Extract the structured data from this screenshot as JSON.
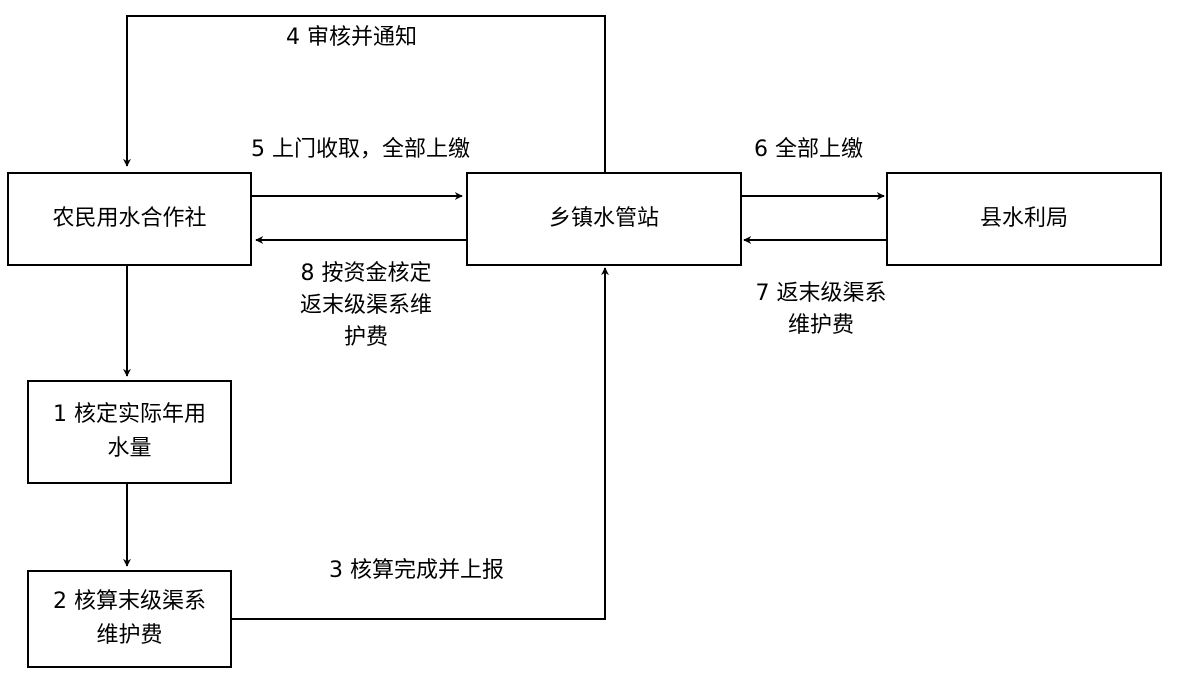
{
  "nodes": {
    "coop": "农民用水合作社",
    "station": "乡镇水管站",
    "bureau": "县水利局",
    "step1": "1 核定实际年用\n水量",
    "step2": "2 核算末级渠系\n维护费"
  },
  "edges": {
    "e3": "3 核算完成并上报",
    "e4": "4 审核并通知",
    "e5": "5 上门收取，全部上缴",
    "e6": "6 全部上缴",
    "e7": "7 返末级渠系\n维护费",
    "e8": "8 按资金核定\n返末级渠系维\n护费"
  },
  "colors": {
    "stroke": "#000000",
    "background": "#ffffff"
  }
}
